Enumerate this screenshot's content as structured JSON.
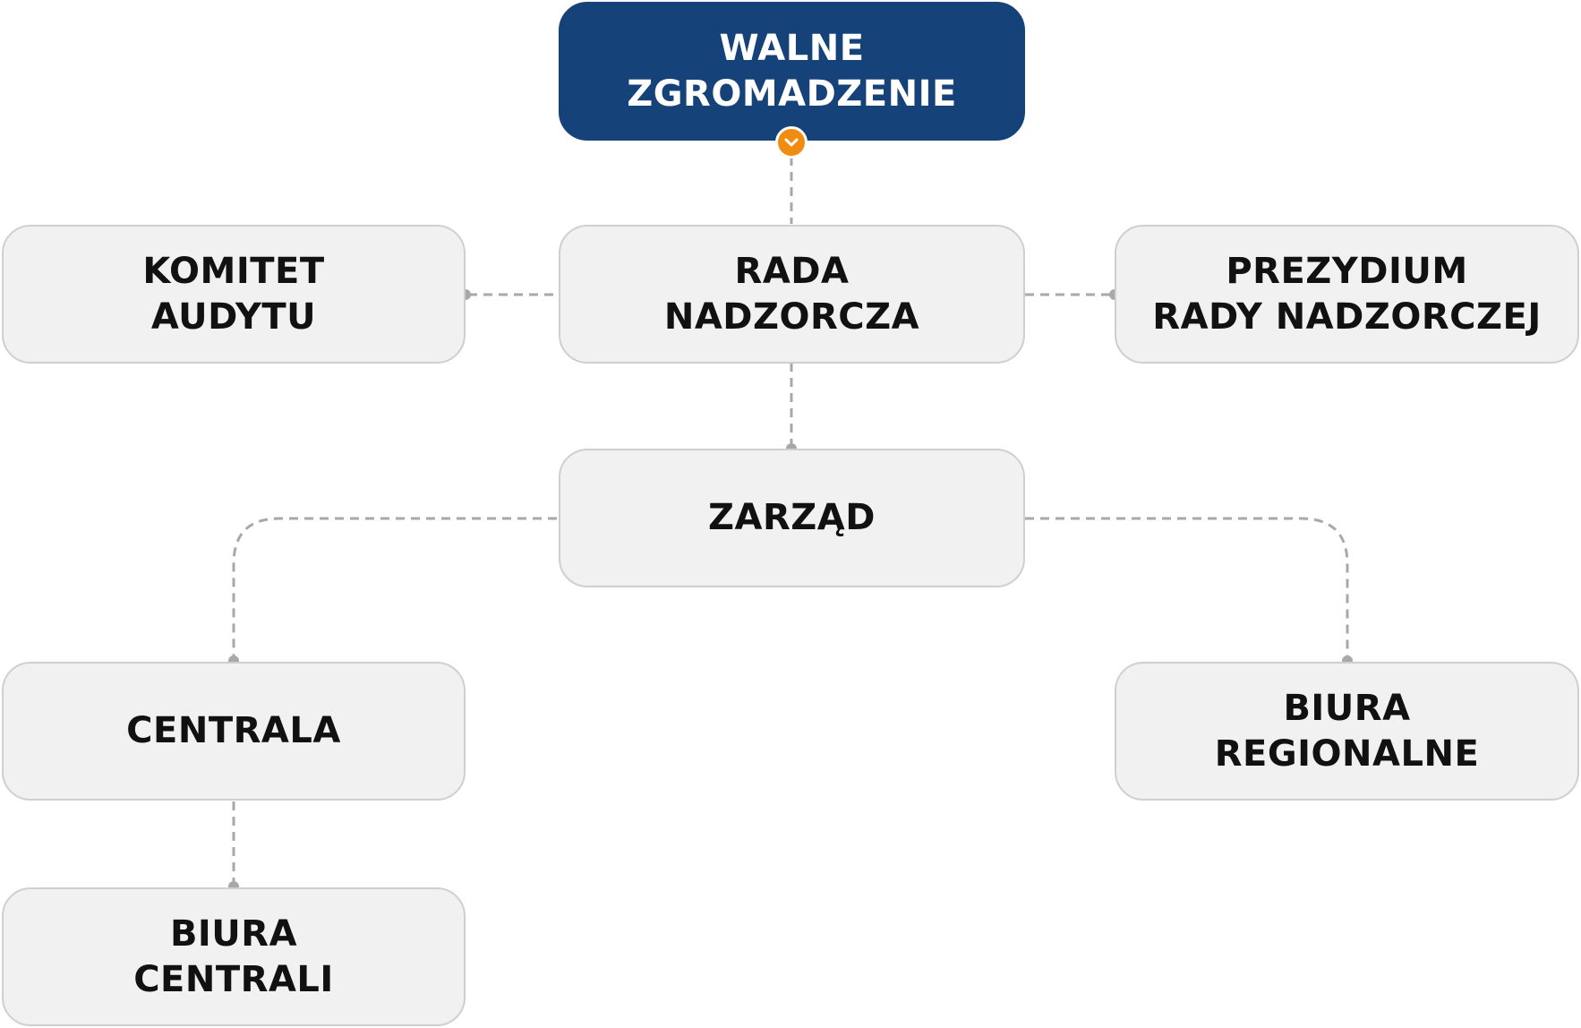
{
  "colors": {
    "primary_fill": "#16427a",
    "node_fill": "#f1f1f1",
    "node_border": "#cfcfcf",
    "connector": "#a8a8a8",
    "toggle": "#f08c10"
  },
  "nodes": {
    "walne": {
      "lines": [
        "WALNE",
        "ZGROMADZENIE"
      ]
    },
    "komitet": {
      "lines": [
        "KOMITET",
        "AUDYTU"
      ]
    },
    "rada": {
      "lines": [
        "RADA",
        "NADZORCZA"
      ]
    },
    "prezydium": {
      "lines": [
        "PREZYDIUM",
        "RADY NADZORCZEJ"
      ]
    },
    "zarzad": {
      "lines": [
        "ZARZĄD"
      ]
    },
    "centrala": {
      "lines": [
        "CENTRALA"
      ]
    },
    "biura_regionalne": {
      "lines": [
        "BIURA",
        "REGIONALNE"
      ]
    },
    "biura_centrali": {
      "lines": [
        "BIURA",
        "CENTRALI"
      ]
    }
  },
  "toggle": {
    "icon": "chevron-down-icon"
  }
}
